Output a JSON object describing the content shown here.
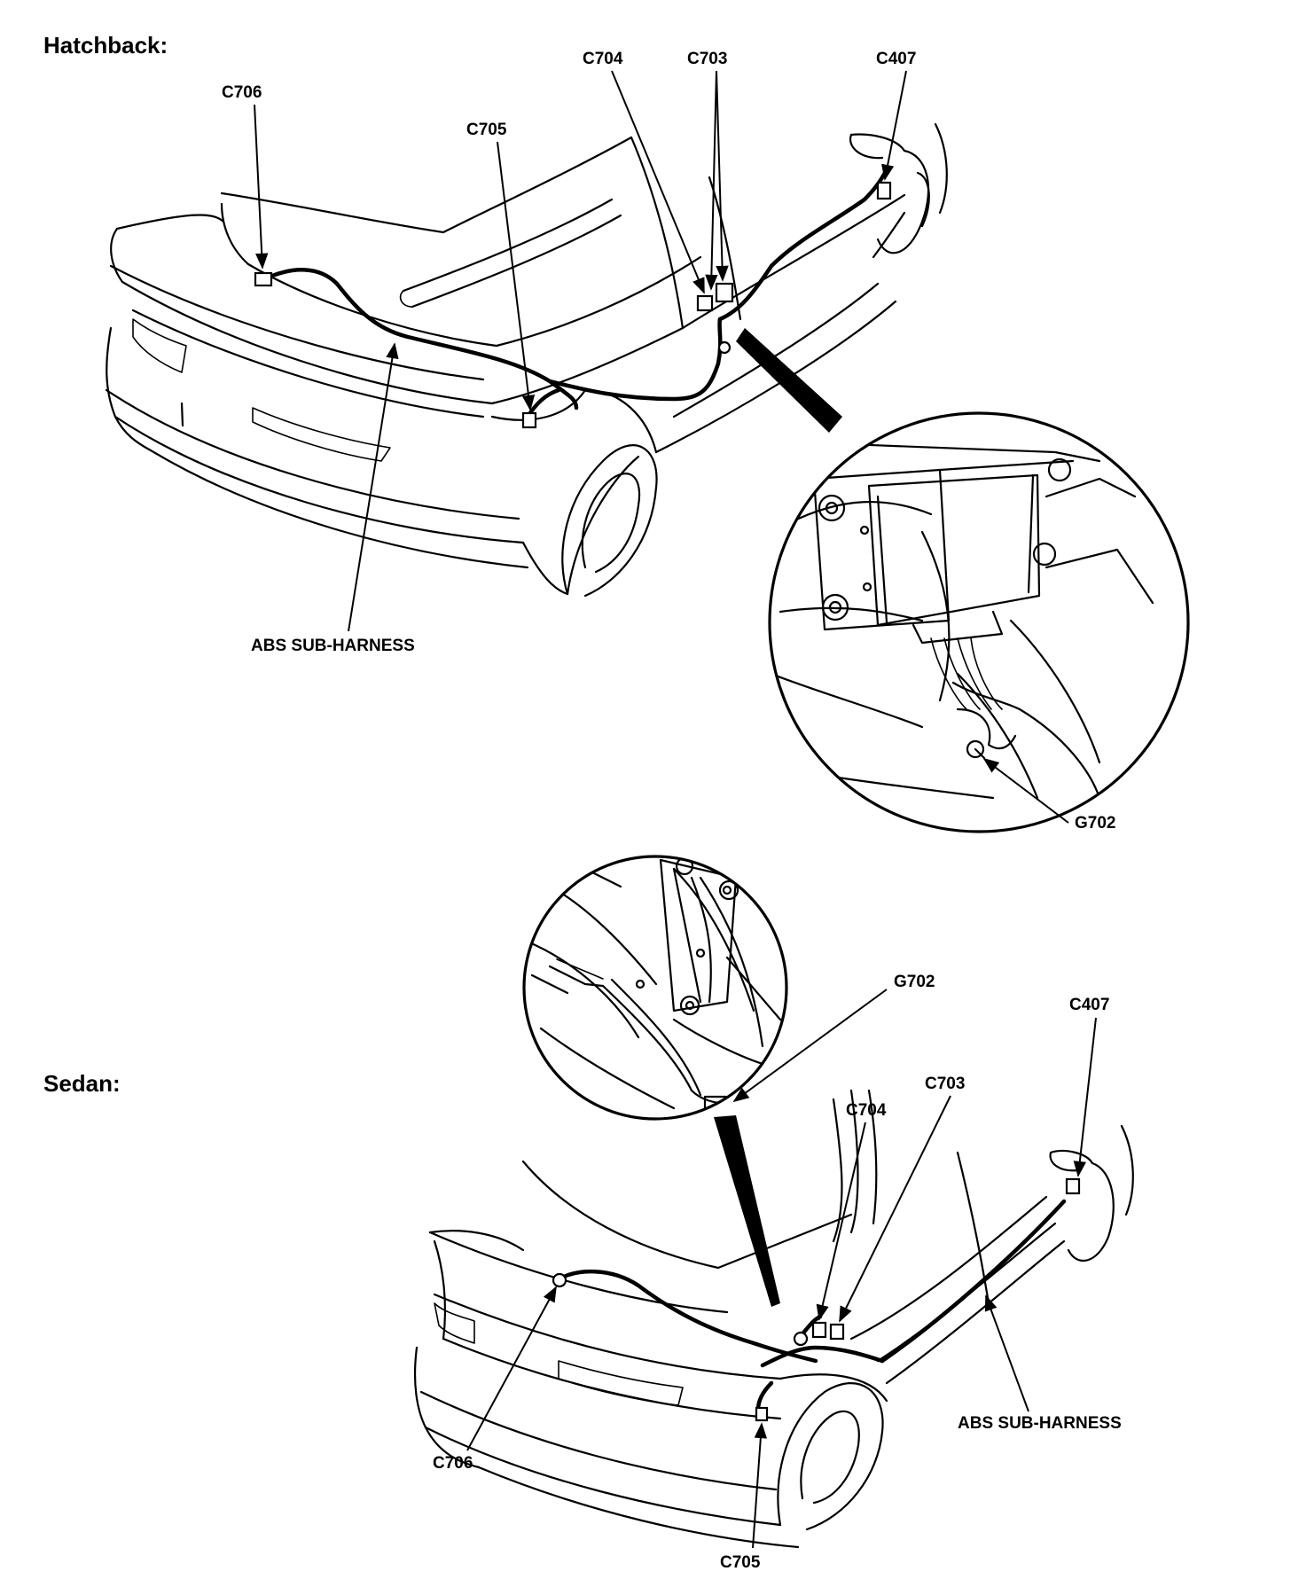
{
  "sections": {
    "hatchback": {
      "title": "Hatchback:",
      "labels": {
        "c706": "C706",
        "c705": "C705",
        "c704": "C704",
        "c703": "C703",
        "c407": "C407",
        "abs": "ABS SUB-HARNESS",
        "g702": "G702"
      }
    },
    "sedan": {
      "title": "Sedan:",
      "labels": {
        "g702": "G702",
        "c407": "C407",
        "c703": "C703",
        "c704": "C704",
        "c706": "C706",
        "abs": "ABS SUB-HARNESS",
        "c705": "C705"
      }
    }
  }
}
